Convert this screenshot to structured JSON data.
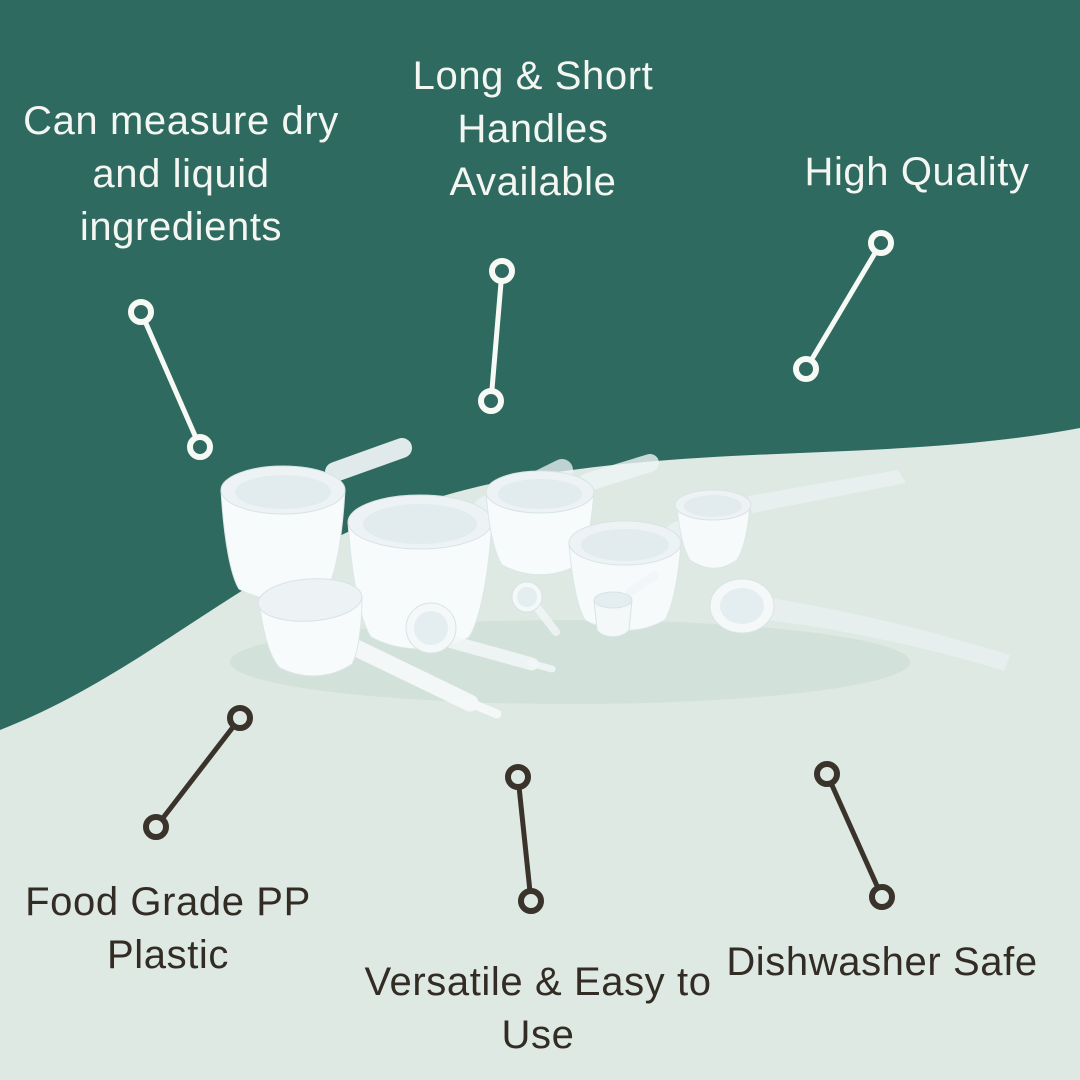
{
  "page": {
    "title": "Measuring scoops feature infographic"
  },
  "colors": {
    "top_bg": "#2e6a60",
    "bottom_bg": "#dde9e2",
    "light_text": "#f3f6f1",
    "dark_text": "#322c24",
    "connector_light": "#f7f9f5",
    "connector_dark": "#3a332b",
    "product_white": "#f8fbfc"
  },
  "labels": {
    "top_left": [
      "Can measure dry",
      "and liquid",
      "ingredients"
    ],
    "top_center": [
      "Long & Short",
      "Handles",
      "Available"
    ],
    "top_right": [
      "High Quality"
    ],
    "bottom_left": [
      "Food Grade PP",
      "Plastic"
    ],
    "bottom_center": [
      "Versatile & Easy to",
      "Use"
    ],
    "bottom_right": [
      "Dishwasher Safe"
    ]
  },
  "product": {
    "semantic_name": "white-plastic-measuring-scoops-and-spoons"
  }
}
